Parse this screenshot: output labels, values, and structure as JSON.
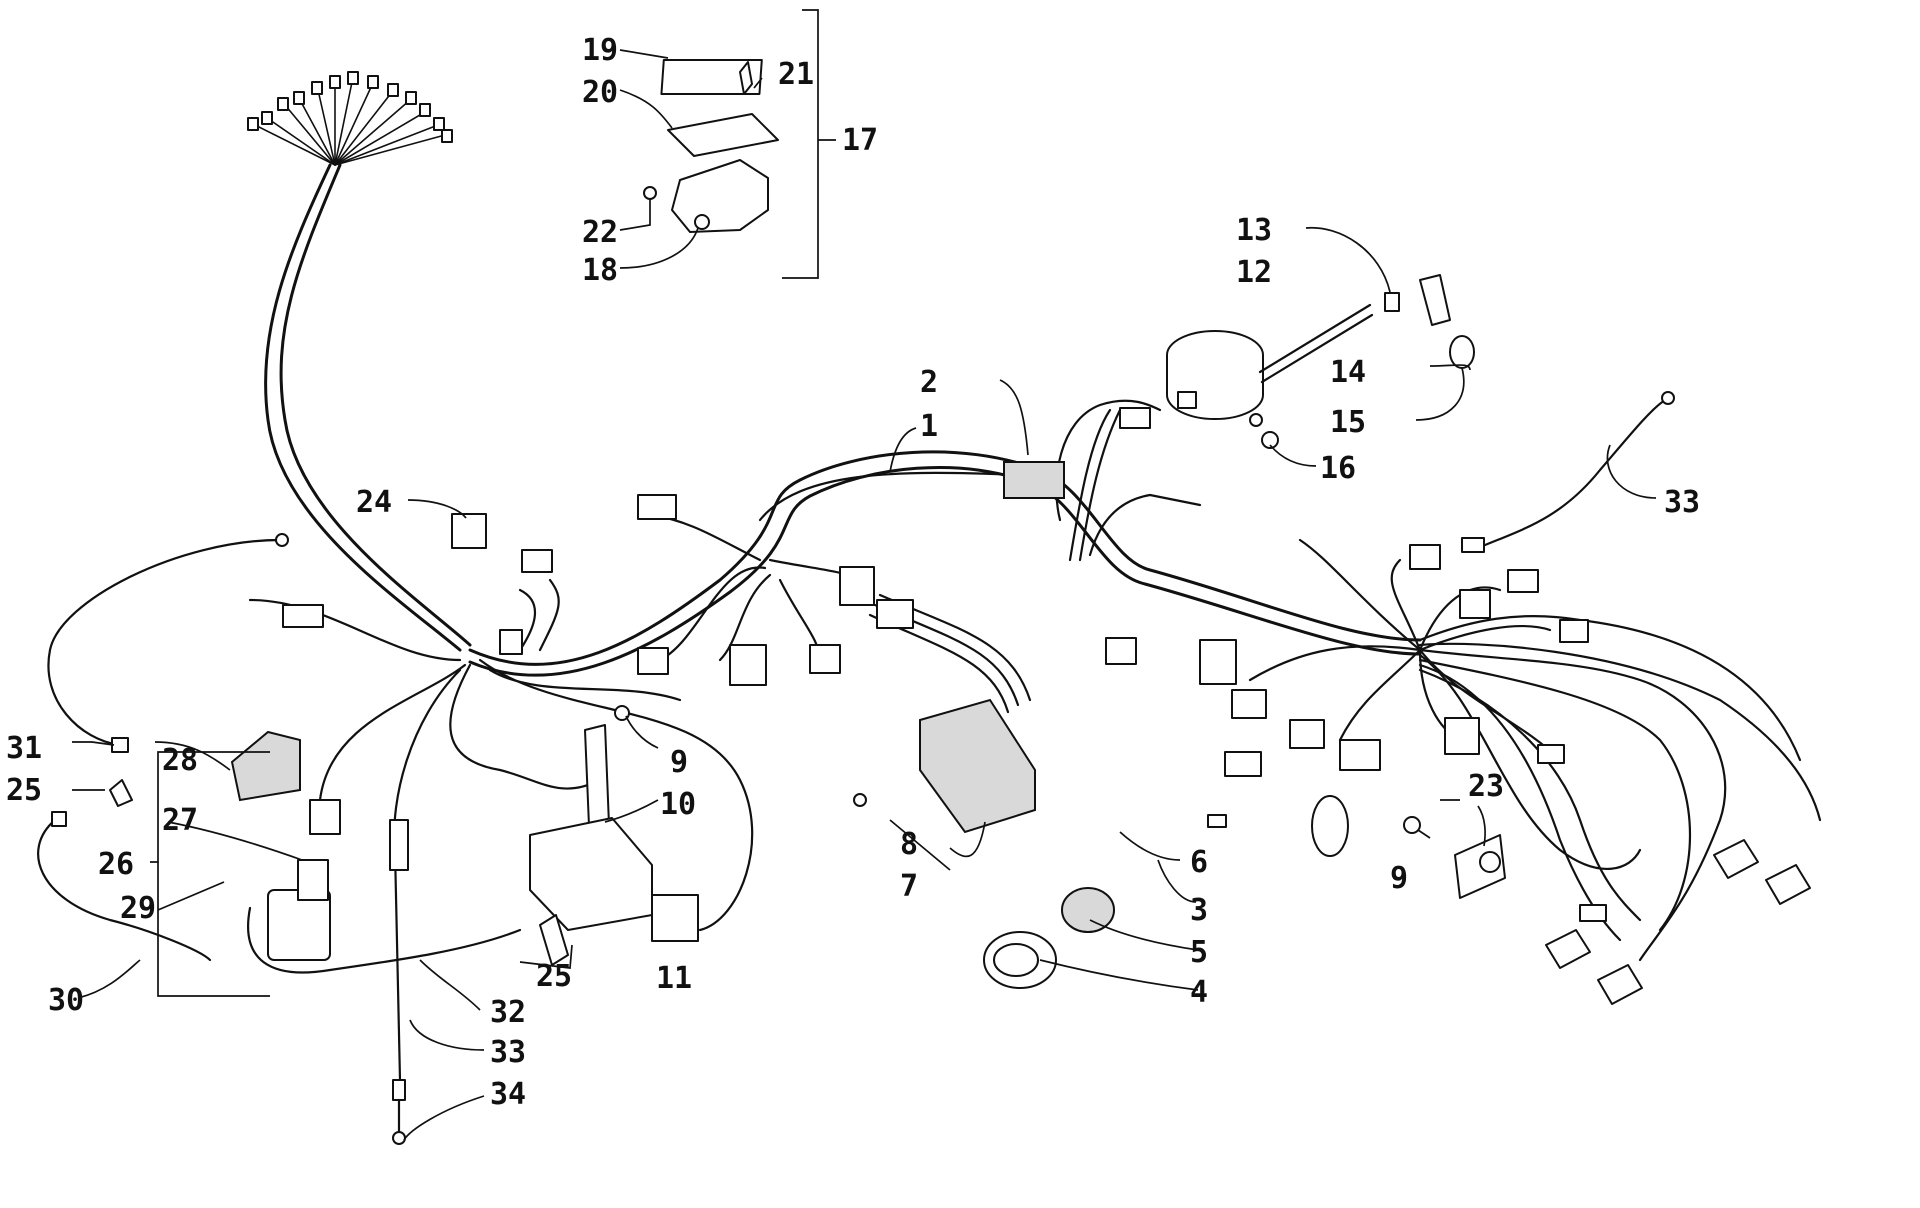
{
  "labels": {
    "l1": "1",
    "l2": "2",
    "l3": "3",
    "l4": "4",
    "l5": "5",
    "l6": "6",
    "l7": "7",
    "l8": "8",
    "l9a": "9",
    "l9b": "9",
    "l10": "10",
    "l11": "11",
    "l12": "12",
    "l13": "13",
    "l14": "14",
    "l15": "15",
    "l16": "16",
    "l17": "17",
    "l18": "18",
    "l19": "19",
    "l20": "20",
    "l21": "21",
    "l22": "22",
    "l23": "23",
    "l24": "24",
    "l25a": "25",
    "l25b": "25",
    "l26": "26",
    "l27": "27",
    "l28": "28",
    "l29": "29",
    "l30": "30",
    "l31": "31",
    "l32": "32",
    "l33a": "33",
    "l33b": "33",
    "l34": "34"
  }
}
